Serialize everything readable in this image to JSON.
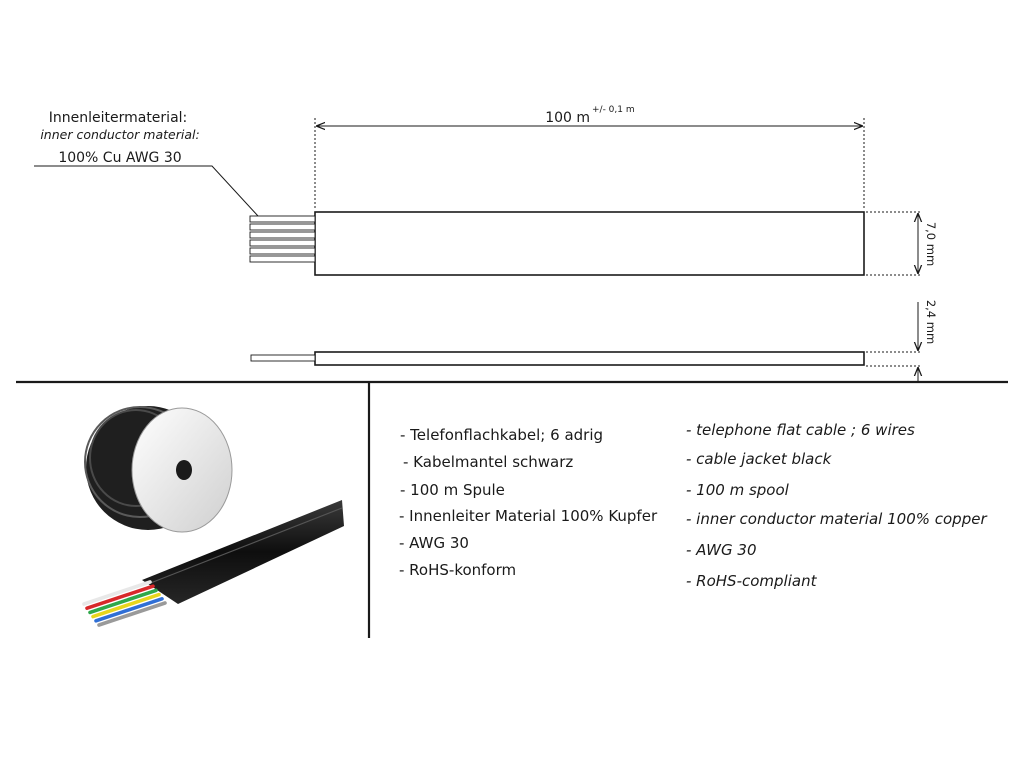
{
  "conductor_callout": {
    "title_de": "Innenleitermaterial:",
    "title_en": "inner conductor material:",
    "value": "100% Cu  AWG 30"
  },
  "dimensions": {
    "length": "100 m",
    "length_tolerance": "+/- 0,1 m",
    "width": "7,0 mm",
    "thickness": "2,4 mm"
  },
  "features_de": [
    "- Telefonflachkabel; 6 adrig",
    "- Kabelmantel schwarz",
    "- 100 m Spule",
    "- Innenleiter Material 100% Kupfer",
    "- AWG 30",
    "- RoHS-konform"
  ],
  "features_en": [
    "- telephone flat cable ; 6 wires",
    "- cable jacket black",
    "- 100 m spool",
    "- inner conductor material 100% copper",
    "- AWG 30",
    "- RoHS-compliant"
  ],
  "colors": {
    "line": "#1a1a1a",
    "jacket": "#141414",
    "spool_flange": "#e9e9e9",
    "wire_colors": [
      "#e8e8e8",
      "#d8282a",
      "#2fa84a",
      "#e8d51c",
      "#2f6fd6",
      "#9a9a9a"
    ]
  }
}
